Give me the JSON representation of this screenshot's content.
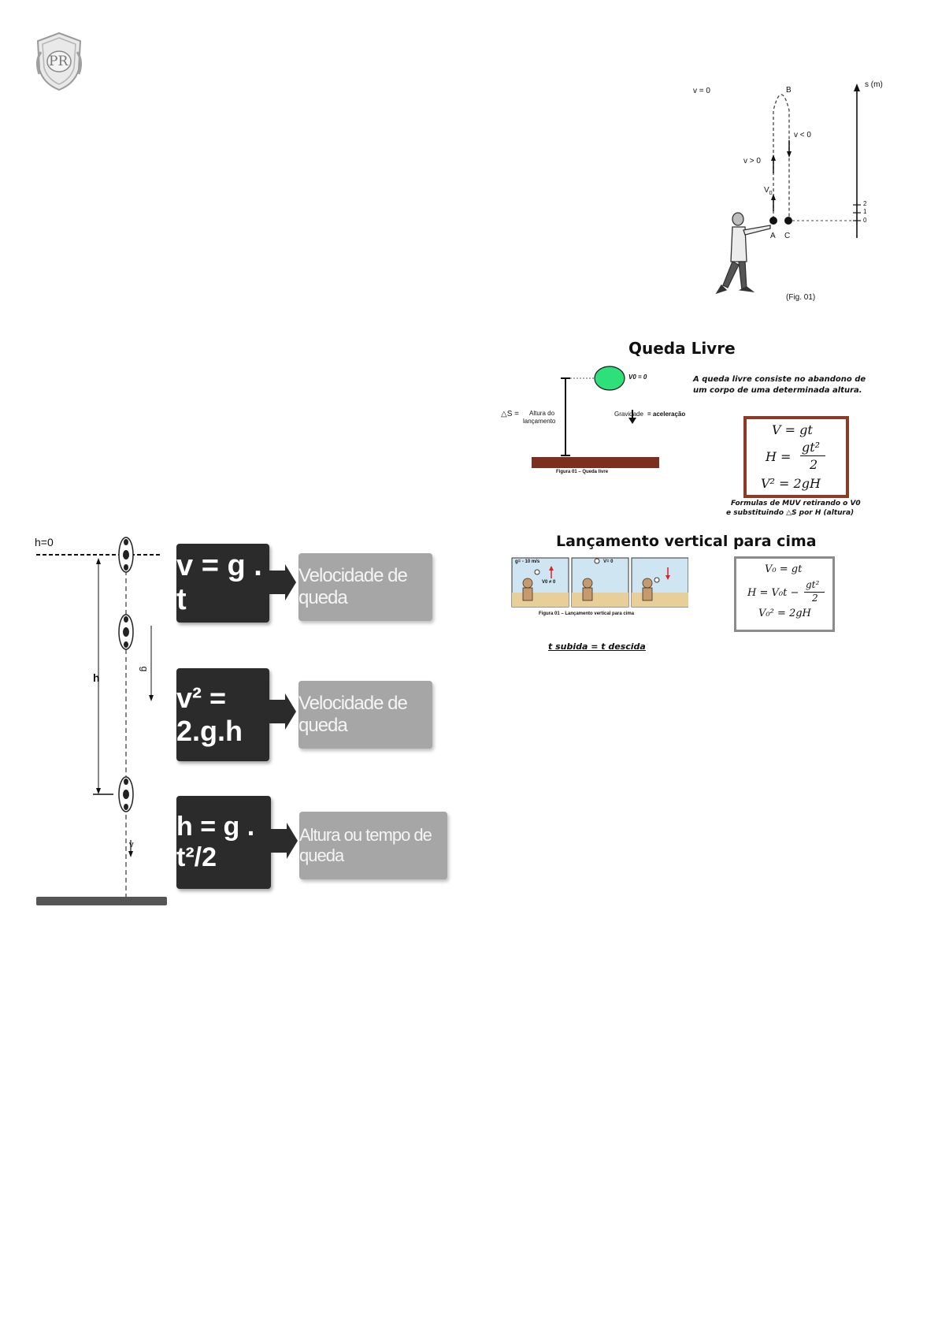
{
  "logo": {
    "text": "PR"
  },
  "fig01": {
    "v_zero": "v = 0",
    "point_b": "B",
    "v_neg": "v < 0",
    "v_pos": "v > 0",
    "v0": "V",
    "v0_sub": "0",
    "point_a": "A",
    "point_c": "C",
    "axis_label": "s (m)",
    "tick_2": "2",
    "tick_1": "1",
    "tick_0": "0",
    "caption": "(Fig. 01)"
  },
  "queda_livre": {
    "title": "Queda Livre",
    "v0_label": "V0 = 0",
    "description_1": "A queda livre consiste no abandono de",
    "description_2": "um corpo de uma determinada altura.",
    "delta_s": "△S =",
    "altura_1": "Altura do",
    "altura_2": "lançamento",
    "gravidade": "Gravidade",
    "aceleracao": "= aceleração",
    "figure_caption": "Figura 01 – Queda livre",
    "formula_1": "V = gt",
    "formula_2_lhs": "H =",
    "formula_2_num": "gt²",
    "formula_2_den": "2",
    "formula_3": "V² = 2gH",
    "note_1": "Formulas de MUV retirando o V0",
    "note_2": "e substituindo  △S por H (altura)"
  },
  "lancamento": {
    "title": "Lançamento vertical para cima",
    "g_label": "g= - 10 m/s",
    "v0_label": "V0 ≠ 0",
    "v_zero": "V= 0",
    "figure_caption": "Figura 01 – Lançamento vertical para cima",
    "formula_1": "V₀ = gt",
    "formula_2_lhs": "H = V₀t −",
    "formula_2_num": "gt²",
    "formula_2_den": "2",
    "formula_3": "V₀² = 2gH",
    "t_note": "t subida = t descida"
  },
  "fall_diagram": {
    "h0_label": "h=0",
    "h_label": "h",
    "g_label": "g",
    "v_label": "v"
  },
  "formula_boxes": [
    {
      "formula": "v = g . t",
      "description": "Velocidade de queda"
    },
    {
      "formula": "v² = 2.g.h",
      "description": "Velocidade de queda"
    },
    {
      "formula": "h = g . t²/2",
      "description": "Altura ou tempo de queda"
    }
  ]
}
